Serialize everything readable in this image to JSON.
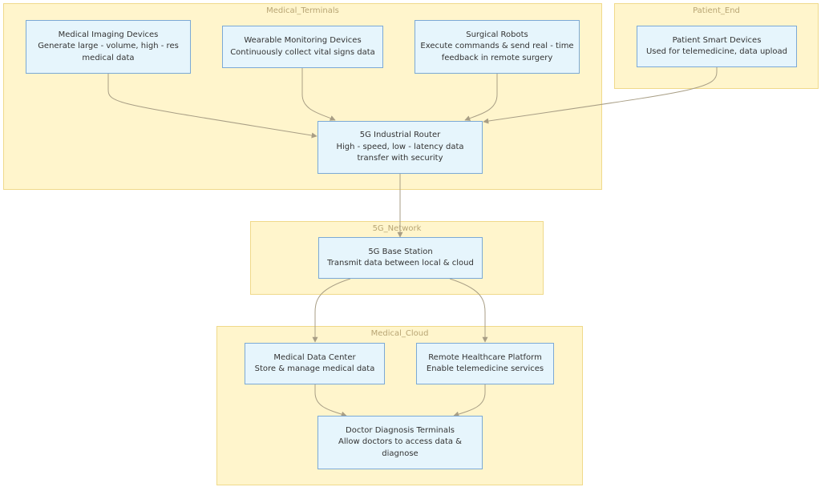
{
  "clusters": {
    "medical_terminals": {
      "label": "Medical_Terminals"
    },
    "patient_end": {
      "label": "Patient_End"
    },
    "network": {
      "label": "5G_Network"
    },
    "cloud": {
      "label": "Medical_Cloud"
    }
  },
  "nodes": {
    "imaging": {
      "title": "Medical Imaging Devices",
      "desc": "Generate large - volume, high - res medical data"
    },
    "wearable": {
      "title": "Wearable Monitoring Devices",
      "desc": "Continuously collect vital signs data"
    },
    "robots": {
      "title": "Surgical Robots",
      "desc": "Execute commands & send real - time feedback in remote surgery"
    },
    "patient": {
      "title": "Patient Smart Devices",
      "desc": "Used for telemedicine, data upload"
    },
    "router": {
      "title": "5G Industrial Router",
      "desc": "High - speed, low - latency data transfer with security"
    },
    "station": {
      "title": "5G Base Station",
      "desc": "Transmit data between local & cloud"
    },
    "datacenter": {
      "title": "Medical Data Center",
      "desc": "Store & manage medical data"
    },
    "platform": {
      "title": "Remote Healthcare Platform",
      "desc": "Enable telemedicine services"
    },
    "doctor": {
      "title": "Doctor Diagnosis Terminals",
      "desc": "Allow doctors to access data & diagnose"
    }
  },
  "colors": {
    "cluster_fill": "#fff5cc",
    "cluster_border": "#f0d98a",
    "node_fill": "#e6f5fc",
    "node_border": "#7ba9d6",
    "edge": "#a89e85"
  }
}
